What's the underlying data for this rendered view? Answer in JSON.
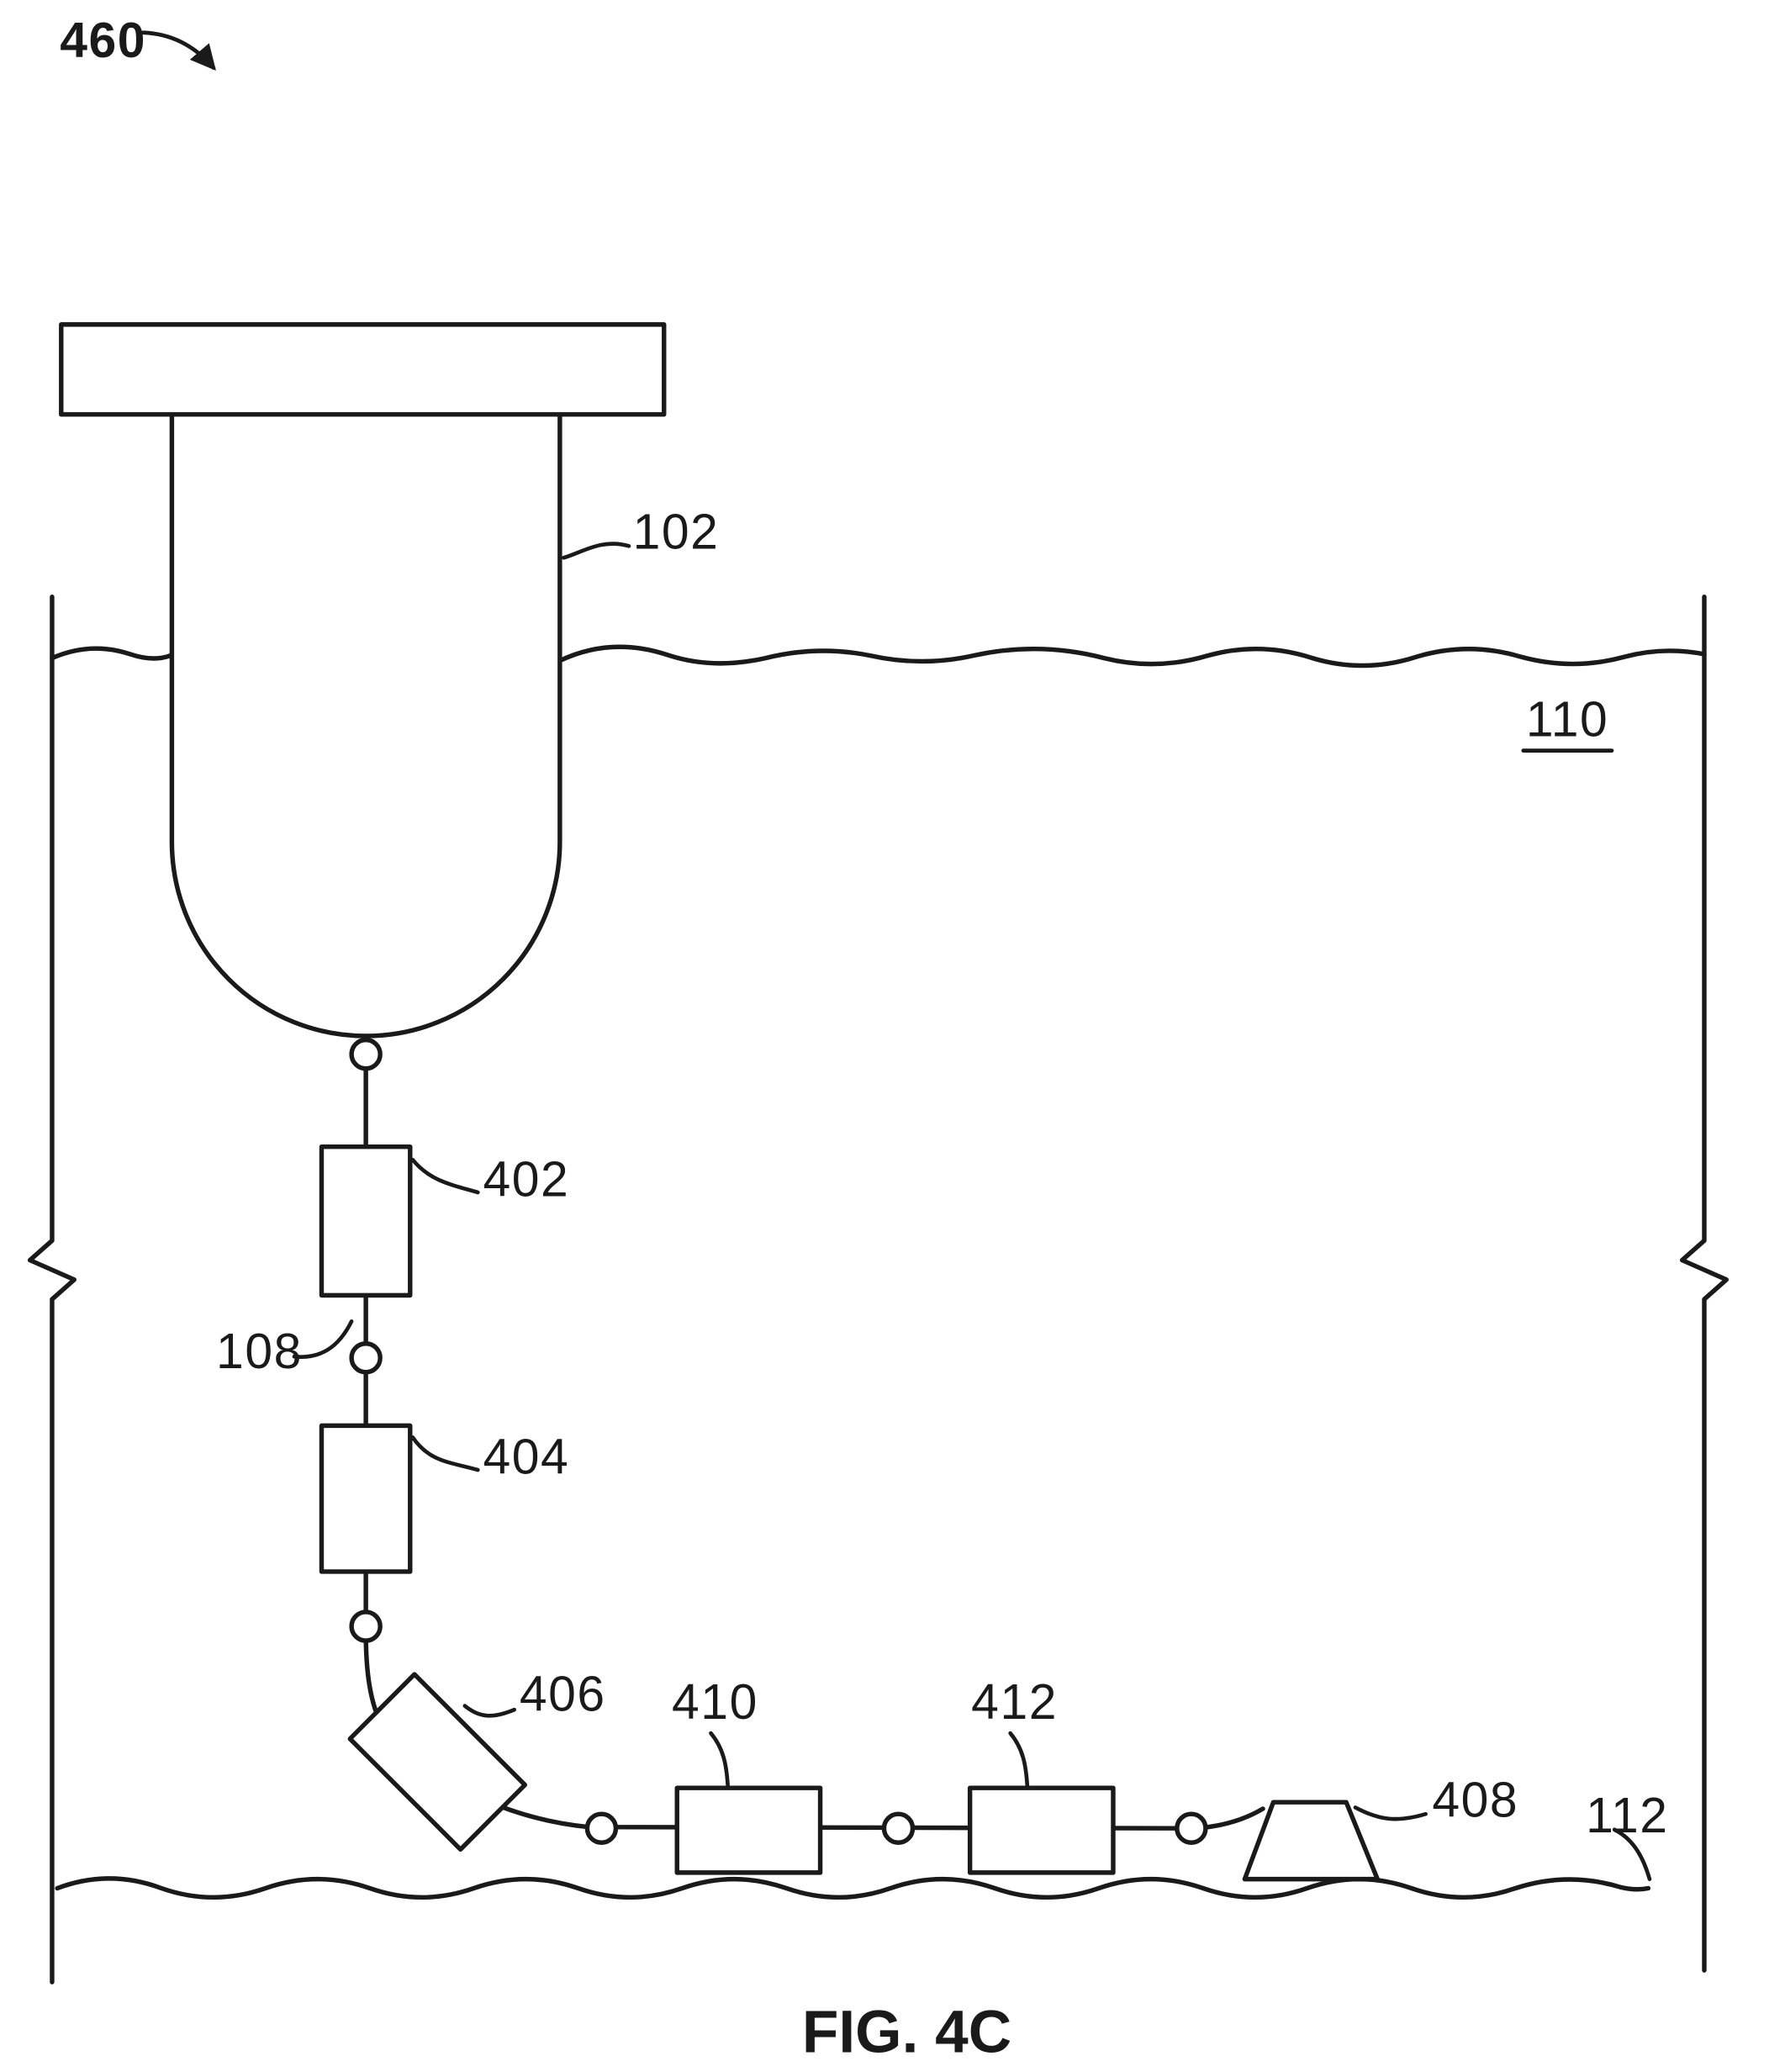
{
  "figure": {
    "caption": "FIG. 4C"
  },
  "labels": {
    "assembly_ref": "460",
    "vessel": "102",
    "water_column": "110",
    "tether_line": "108",
    "component_402": "402",
    "component_404": "404",
    "component_406": "406",
    "anchor_408": "408",
    "component_410": "410",
    "component_412": "412",
    "seafloor": "112"
  },
  "colors": {
    "stroke": "#1a1a1a",
    "background": "#ffffff"
  }
}
